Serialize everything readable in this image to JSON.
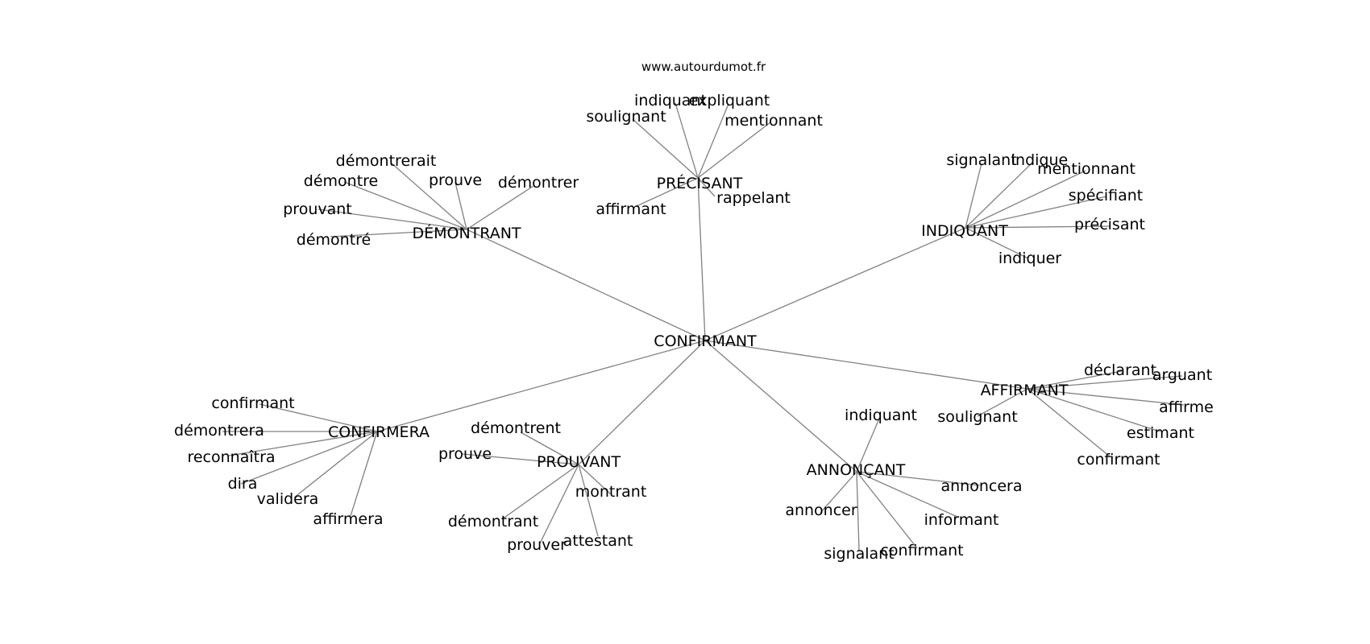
{
  "site": "www.autourdumot.fr",
  "center": "CONFIRMANT",
  "hubs": [
    {
      "label": "PRÉCISANT",
      "leaves": [
        "indiquant",
        "expliquant",
        "soulignant",
        "mentionnant",
        "affirmant",
        "rappelant"
      ]
    },
    {
      "label": "DÉMONTRANT",
      "leaves": [
        "démontrerait",
        "démontre",
        "prouve",
        "démontrer",
        "prouvant",
        "démontré"
      ]
    },
    {
      "label": "INDIQUANT",
      "leaves": [
        "signalant",
        "indique",
        "mentionnant",
        "spécifiant",
        "précisant",
        "indiquer"
      ]
    },
    {
      "label": "AFFIRMANT",
      "leaves": [
        "déclarant",
        "arguant",
        "soulignant",
        "affirme",
        "estimant",
        "confirmant"
      ]
    },
    {
      "label": "ANNONÇANT",
      "leaves": [
        "indiquant",
        "annoncera",
        "annoncer",
        "informant",
        "signalant",
        "confirmant"
      ]
    },
    {
      "label": "PROUVANT",
      "leaves": [
        "démontrent",
        "prouve",
        "montrant",
        "démontrant",
        "prouver",
        "attestant"
      ]
    },
    {
      "label": "CONFIRMERA",
      "leaves": [
        "confirmant",
        "démontrera",
        "reconnaîtra",
        "dira",
        "validera",
        "affirmera"
      ]
    }
  ]
}
